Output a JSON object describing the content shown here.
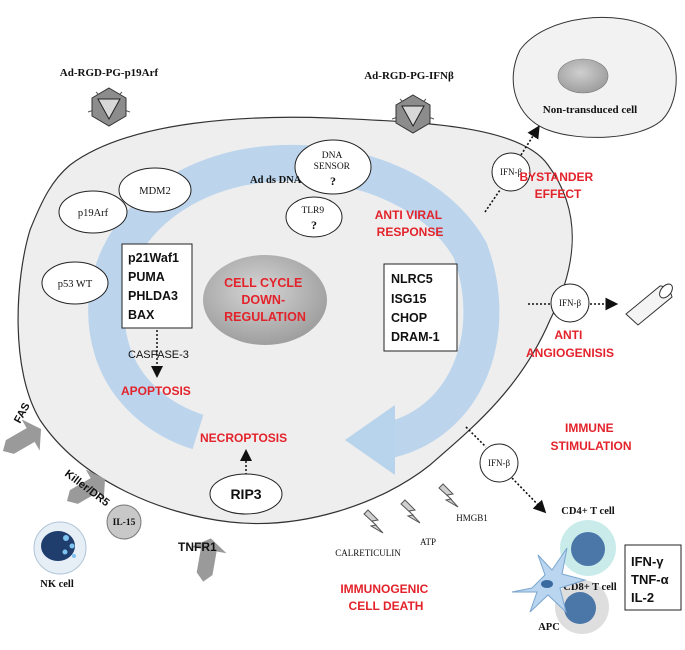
{
  "colors": {
    "accent_red": "#e3232b",
    "cell_fill": "#eeeeee",
    "cell_stroke": "#333333",
    "cycle_arrow": "#b8d3ec",
    "nucleus": "#a9a9a9",
    "tcell_cd4_outer": "#c9ecea",
    "tcell_cd8_outer": "#dedede",
    "tcell_core": "#4a77a8",
    "apc": "#b9d5ef"
  },
  "virus_labels": {
    "left": "Ad-RGD-PG-p19Arf",
    "right": "Ad-RGD-PG-IFNβ"
  },
  "cell": {
    "nucleus_label_lines": [
      "CELL CYCLE",
      "DOWN-",
      "REGULATION"
    ],
    "ovals": {
      "mdm2": "MDM2",
      "p19arf": "p19Arf",
      "p53": "p53 WT",
      "dna_sensor_lines": [
        "DNA",
        "SENSOR",
        "?"
      ],
      "tlr9_lines": [
        "TLR9",
        "?"
      ],
      "rip3": "RIP3"
    },
    "ad_ds_dna": "Ad ds DNA",
    "left_box": [
      "p21Waf1",
      "PUMA",
      "PHLDA3",
      "BAX"
    ],
    "right_box": [
      "NLRC5",
      "ISG15",
      "CHOP",
      "DRAM-1"
    ],
    "caspase": "CASPASE-3",
    "apoptosis": "APOPTOSIS",
    "necroptosis": "NECROPTOSIS",
    "anti_viral_lines": [
      "ANTI VIRAL",
      "RESPONSE"
    ]
  },
  "receptors": {
    "fas": "FAS",
    "killer": "Killer/DR5",
    "tnfr1": "TNFR1",
    "il15": "IL-15",
    "nk_cell": "NK cell"
  },
  "bystander": {
    "cell_label": "Non-transduced cell",
    "ifn": "IFN-β",
    "label_lines": [
      "BYSTANDER",
      "EFFECT"
    ]
  },
  "angiogenesis": {
    "ifn": "IFN-β",
    "label_lines": [
      "ANTI",
      "ANGIOGENISIS"
    ]
  },
  "immune": {
    "label_lines": [
      "IMMUNE",
      "STIMULATION"
    ],
    "ifn": "IFN-β",
    "cd4": "CD4+ T cell",
    "cd8": "CD8+ T cell",
    "cytokines": [
      "IFN-γ",
      "TNF-α",
      "IL-2"
    ],
    "apc": "APC"
  },
  "icd": {
    "damps": [
      "CALRETICULIN",
      "ATP",
      "HMGB1"
    ],
    "label_lines": [
      "IMMUNOGENIC",
      "CELL DEATH"
    ]
  }
}
